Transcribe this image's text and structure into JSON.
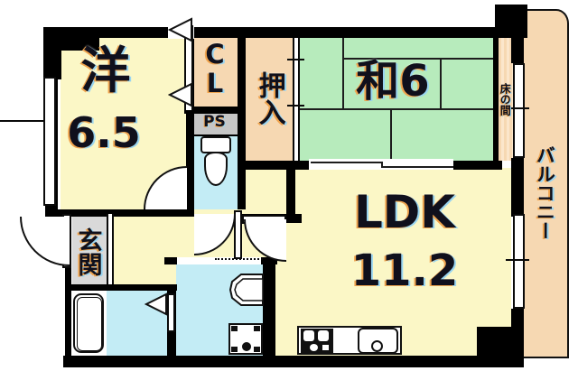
{
  "plan": {
    "western_room": {
      "label": "洋",
      "size": "6.5"
    },
    "japanese_room": {
      "label": "和6"
    },
    "ldk": {
      "label": "LDK",
      "size": "11.2"
    },
    "closet": {
      "top": "C",
      "bottom": "L"
    },
    "oshiire": {
      "label": "押入"
    },
    "pipe_space": {
      "label": "PS"
    },
    "entrance": {
      "label": "玄関"
    },
    "tokonoma": {
      "label": "床の間"
    },
    "balcony": {
      "label": "バルコニー"
    }
  },
  "colors": {
    "room_yellow": "#fbf7c6",
    "tatami_green": "#b7ebbc",
    "closet_peach": "#f6d8b2",
    "water_blue": "#c3ecf5",
    "entrance_gray": "#d9d9d9",
    "ps_gray": "#c6c6c6",
    "wall_black": "#000000",
    "text_shadow_orange": "#f0a44e",
    "text_shadow_blue": "#99d4f0"
  }
}
